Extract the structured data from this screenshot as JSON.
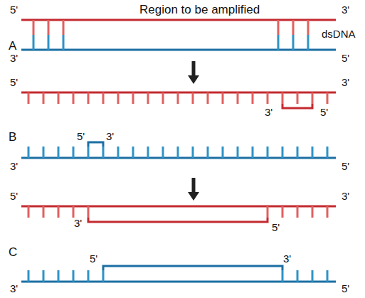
{
  "diagram": {
    "labels": [
      "5'",
      "Region to be amplified",
      "3'",
      "dsDNA",
      "A",
      "3'",
      "5'",
      "5'",
      "3'",
      "3'",
      "5'",
      "B",
      "5'",
      "3'",
      "3'",
      "5'",
      "5'",
      "3'",
      "3'",
      "5'",
      "C",
      "5'",
      "3'",
      "3'",
      "5'"
    ]
  }
}
